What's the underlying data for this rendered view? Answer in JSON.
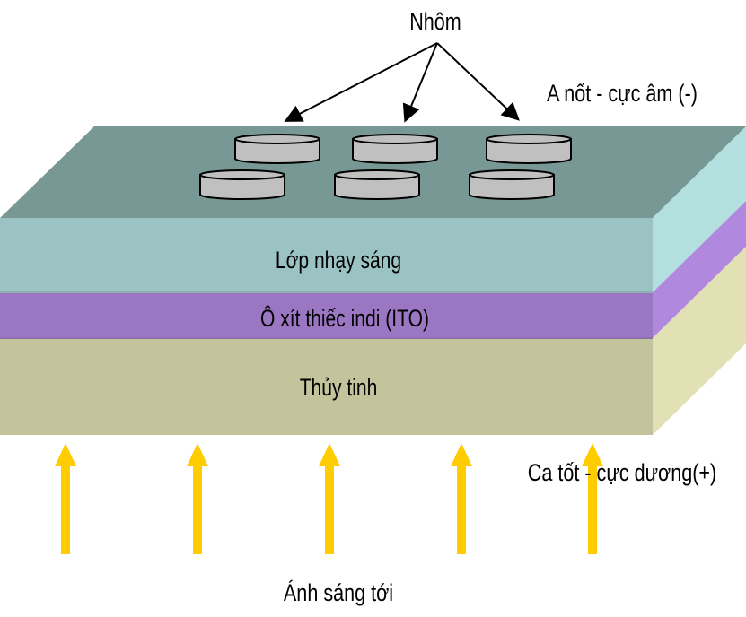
{
  "labels": {
    "aluminum": "Nhôm",
    "anode": "A nốt - cực âm (-)",
    "photoactive_layer": "Lớp nhạy sáng",
    "ito_layer": "Ô xít thiếc indi (ITO)",
    "glass_layer": "Thủy tinh",
    "cathode": "Ca tốt - cực dương(+)",
    "incident_light": "Ánh sáng tới"
  },
  "colors": {
    "top_face": "#789896",
    "photoactive_front": "#9bc3c3",
    "photoactive_side": "#b3e0df",
    "ito_front": "#9b77c3",
    "ito_side": "#b088de",
    "glass_front": "#c3c49b",
    "glass_side": "#e2e1b6",
    "electrode": "#c0c0c0",
    "light_arrow": "#ffcc00"
  }
}
